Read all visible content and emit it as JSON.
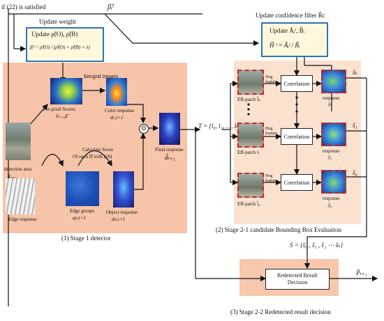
{
  "top": {
    "condition": "if (22) is satisfied",
    "beta_symbol": "β̃ᵢᶠ"
  },
  "weight_box": {
    "caption": "Update weight",
    "title": "Update ρ̃(O), ρ̃(B)",
    "formula": "β̃ᵢᶠ = ρ̃ᶠ(O) / (ρ̃ᶠ(O) + ρ̃ᶠ(B) + λ)"
  },
  "conf_box": {
    "caption": "Update confidence filter R̃c",
    "title": "Update Ãᵢᶠ, B̃ᵢ",
    "formula": "Ĥ ᶠ = Ãᵢᶠ / B̃ᵢ"
  },
  "stage1": {
    "integral_images": "Integral images",
    "per_pixel_scores": "Per-pixel Scores",
    "per_pixel_symbol": "Sₜ₊₁,β̃",
    "color_response": "Color response",
    "color_symbol": "dc,t+1",
    "detection_area": "detection area",
    "detection_symbol": "Xₜ₊₁",
    "calc_score_1": "Calculate Score",
    "calc_score_2": "Of each Π̃ with (10)",
    "final_response": "Final response",
    "final_symbol": "d̃ₜ₊₁",
    "edge_response": "Edge response",
    "edge_groups": "Edge groups",
    "edge_groups_symbol": "qo,t+1",
    "object_response": "Object response",
    "object_symbol": "do,t+1",
    "odot": "⊙",
    "caption": "(1) Stage 1 detector"
  },
  "stage21": {
    "set_label": "T = {l₀, l₁, …, lₖ}",
    "rows": [
      {
        "patch": "EB-patch l̃ₖ",
        "hog": "Hog feature",
        "corr": "Correlation",
        "resp": "response",
        "resp_sym": "ŷₖ",
        "score": "s̃ₖ"
      },
      {
        "patch": "EB-patch lᵢ",
        "hog": "Hog feature",
        "corr": "Correlation",
        "resp": "response",
        "resp_sym": "ŷ₁",
        "score": "s̃₁"
      },
      {
        "patch": "EB-patch l̃₀",
        "hog": "Hog feature",
        "corr": "Correlation",
        "resp": "response",
        "resp_sym": "ŷ₀",
        "score": "s̃₀"
      }
    ],
    "caption": "(2) Stage 2-1 candidate Bounding Box Evaluation"
  },
  "stage22": {
    "score_set": "S = {s̃₀ , s̃₁ , s̃₂ ⋯ s̃ₖ}",
    "decision_1": "Redetected Result",
    "decision_2": "Decision",
    "output": "P̃ₜ₊₁",
    "caption": "(3) Stage 2-2 Redetected result decision"
  }
}
